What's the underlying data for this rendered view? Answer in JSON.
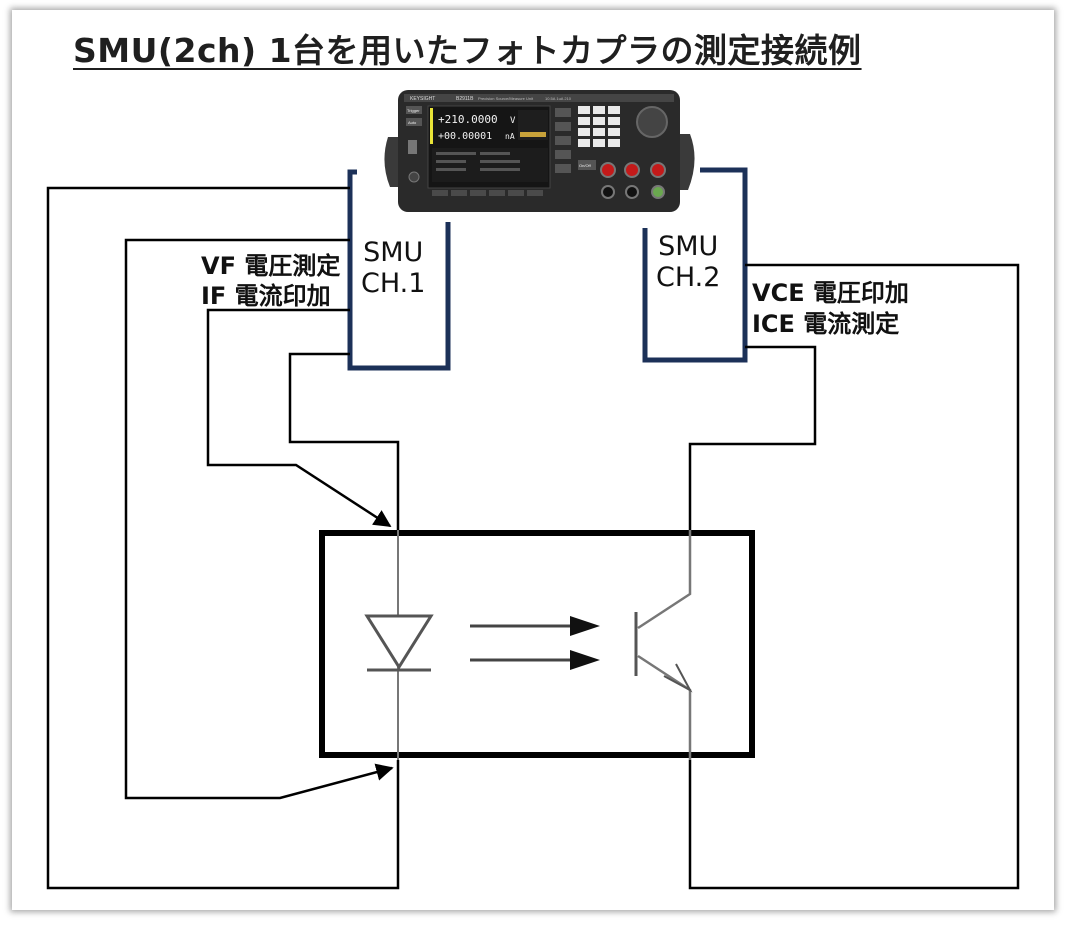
{
  "title": "SMU(2ch) 1台を用いたフォトカプラの測定接続例",
  "channels": [
    {
      "name": "SMU",
      "id": "CH.1",
      "labels": [
        "VF 電圧測定",
        "IF 電流印加"
      ]
    },
    {
      "name": "SMU",
      "id": "CH.2",
      "labels": [
        "VCE 電圧印加",
        "ICE 電流測定"
      ]
    }
  ],
  "instrument": {
    "brand": "KEYSIGHT",
    "model": "B2911B",
    "description": "Precision Source/Measure Unit",
    "spec": "10.5A 1uA 210",
    "primary_value": "+210.0000",
    "primary_unit": "V",
    "secondary_value": "+00.00001",
    "secondary_unit": "nA",
    "side_keys": [
      "Trigger",
      "Auto"
    ],
    "output_label": "On/Off",
    "colors": {
      "body": "#2a2a2a",
      "screen": "#151515",
      "accent": "#e8e337",
      "terminal_red": "#c41a1a",
      "terminal_green": "#6aa84f"
    }
  },
  "colors": {
    "smu_bracket": "#1c3158",
    "wire": "#000000",
    "diagram_line": "#777777"
  }
}
